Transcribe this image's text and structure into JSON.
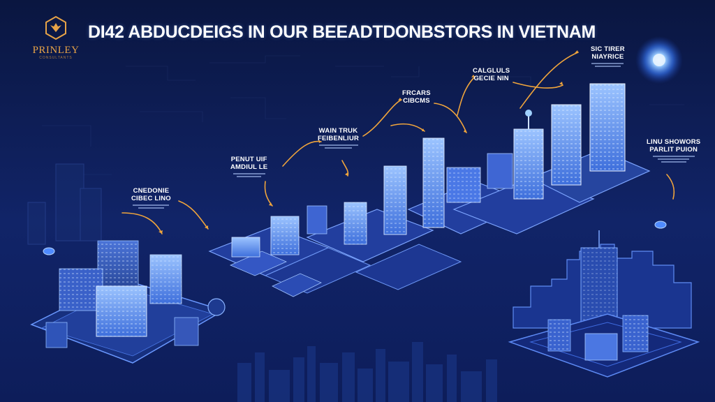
{
  "brand": {
    "name": "PRINLEY",
    "tagline": "CONSULTANTS",
    "accent_color": "#e7a347"
  },
  "title": "DI42 ABDUCDEIGS IN OUR BEEADTDONBSTORS IN VIETNAM",
  "timeline": {
    "arrow_color": "#f0a53c",
    "labels": [
      {
        "line1": "CNEDONIE",
        "line2": "CIBEC LINO"
      },
      {
        "line1": "PENUT UIF",
        "line2": "AMDIUL LE"
      },
      {
        "line1": "WAIN TRUK",
        "line2": "FEIBENLIUR"
      },
      {
        "line1": "FRCARS",
        "line2": "CIBCMS"
      },
      {
        "line1": "CALGLULS",
        "line2": "GECIE NIN"
      },
      {
        "line1": "SIC TIRER",
        "line2": "NIAYRICE"
      },
      {
        "line1": "LINU SHOWORS",
        "line2": "PARLIT PUION"
      }
    ]
  },
  "colors": {
    "background_top": "#0b1a4a",
    "background_bottom": "#142a78",
    "building": "#5b8cf0",
    "glow": "#7fb4ff"
  }
}
